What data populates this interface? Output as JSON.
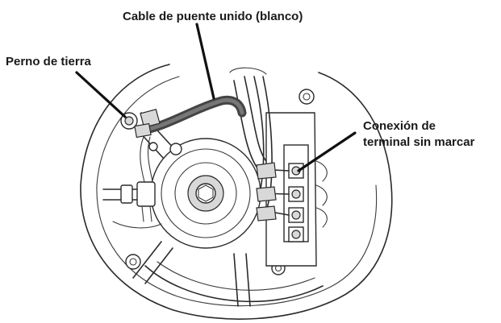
{
  "labels": {
    "jumper_cable": "Cable de puente unido (blanco)",
    "ground_screw": "Perno de tierra",
    "terminal_line1": "Conexión de",
    "terminal_line2": "terminal sin marcar"
  },
  "colors": {
    "ink": "#2a2a2a",
    "jumper_cable": "#444444",
    "leader": "#111111"
  }
}
